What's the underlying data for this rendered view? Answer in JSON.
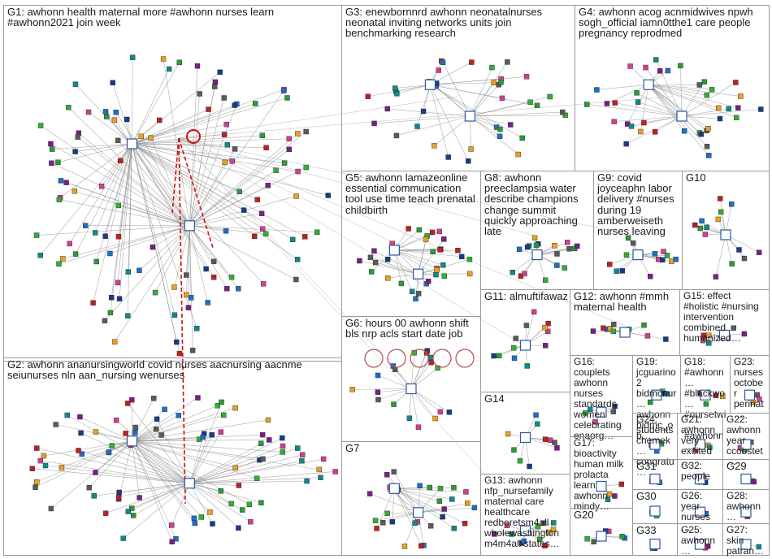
{
  "image": {
    "kind": "network-graph-clusters"
  },
  "colors": {
    "edge": "#8a8a8a",
    "edge_highlight": "#cc1010",
    "border": "#9a9a9a",
    "node_palette": [
      "#1a3a8a",
      "#1e6fc9",
      "#2a9a3a",
      "#7a1e8a",
      "#c02020",
      "#e8a020",
      "#0e8a8a",
      "#5a5a5a",
      "#d04090",
      "#30b030"
    ]
  },
  "groups": [
    {
      "id": "G1",
      "label": "G1: awhonn health maternal more #awhonn nurses learn #awhonn2021 join week",
      "nodes": 120
    },
    {
      "id": "G2",
      "label": "G2: awhonn ananursingworld covid nurses aacnursing aacnme seiunurses nln aan_nursing wenurses",
      "nodes": 90
    },
    {
      "id": "G3",
      "label": "G3: enewbornnrd awhonn neonatalnurses neonatal inviting networks units join benchmarking research",
      "nodes": 40
    },
    {
      "id": "G4",
      "label": "G4: awhonn acog acnmidwives npwh sogh_official iamn0tthe1 care people pregnancy reprodmed",
      "nodes": 38
    },
    {
      "id": "G5",
      "label": "G5: awhonn lamazeonline essential communication tool use time teach prenatal childbirth",
      "nodes": 34
    },
    {
      "id": "G8",
      "label": "G8: awhonn preeclampsia water describe champions change summit quickly approaching late",
      "nodes": 18
    },
    {
      "id": "G9",
      "label": "G9: covid joyceaphn labor delivery #nurses during 19 amberweiseth nurses leaving",
      "nodes": 14
    },
    {
      "id": "G10",
      "label": "G10",
      "nodes": 14
    },
    {
      "id": "G6",
      "label": "G6: hours 00 awhonn shift bls nrp acls start date job",
      "nodes": 18
    },
    {
      "id": "G11",
      "label": "G11: almuftifawaz",
      "nodes": 12
    },
    {
      "id": "G12",
      "label": "G12: awhonn #mmh maternal health",
      "nodes": 10
    },
    {
      "id": "G15",
      "label": "G15: effect #holistic #nursing intervention combined humanized…",
      "nodes": 6
    },
    {
      "id": "G16",
      "label": "G16: couplets awhonn nurses standards women celebrating enaorg…",
      "nodes": 5
    },
    {
      "id": "G19",
      "label": "G19: jcguarino2 bidmcnur… awhonn bidmc_ob…",
      "nodes": 4
    },
    {
      "id": "G18",
      "label": "G18: #awhonn… #blackwo… #nursetwi… #awhonn…",
      "nodes": 4
    },
    {
      "id": "G23",
      "label": "G23: nurses october perinat…",
      "nodes": 4
    },
    {
      "id": "G14",
      "label": "G14",
      "nodes": 10
    },
    {
      "id": "G24",
      "label": "G24: students chemek… congratu…",
      "nodes": 3
    },
    {
      "id": "G21",
      "label": "G21: awhonn very excited…",
      "nodes": 3
    },
    {
      "id": "G22",
      "label": "G22: awhonn year ccobstet…",
      "nodes": 3
    },
    {
      "id": "G7",
      "label": "G7",
      "nodes": 30
    },
    {
      "id": "G17",
      "label": "G17: bioactivity human milk prolacta learn awhonn mindy…",
      "nodes": 4
    },
    {
      "id": "G31",
      "label": "G31",
      "nodes": 2
    },
    {
      "id": "G32",
      "label": "G32: people…",
      "nodes": 2
    },
    {
      "id": "G29",
      "label": "G29",
      "nodes": 2
    },
    {
      "id": "G13",
      "label": "G13: awhonn nfp_nursefamily maternal care healthcare redberetsm4all wholewashington m4m4all states…",
      "nodes": 12
    },
    {
      "id": "G30",
      "label": "G30",
      "nodes": 2
    },
    {
      "id": "G26",
      "label": "G26: year nurses…",
      "nodes": 2
    },
    {
      "id": "G28",
      "label": "G28: awhonn…",
      "nodes": 2
    },
    {
      "id": "G20",
      "label": "G20",
      "nodes": 6
    },
    {
      "id": "G33",
      "label": "G33",
      "nodes": 2
    },
    {
      "id": "G25",
      "label": "G25: awhonn…",
      "nodes": 2
    },
    {
      "id": "G27",
      "label": "G27: skin patran…",
      "nodes": 2
    }
  ]
}
